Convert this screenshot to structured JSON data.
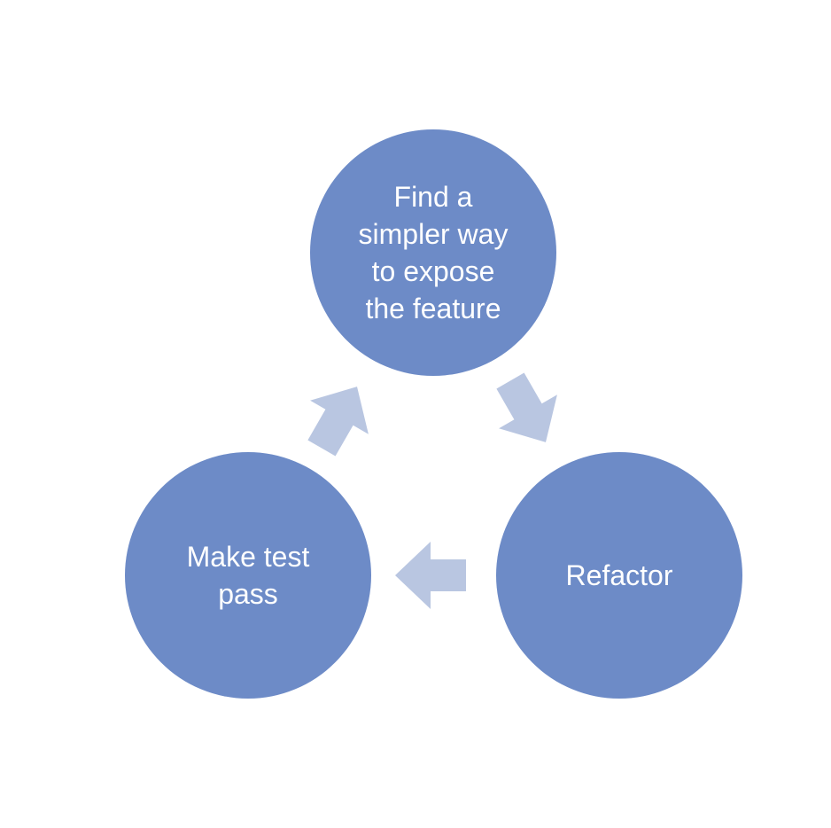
{
  "nodes": {
    "top": "Find a\nsimpler way\nto expose\nthe feature",
    "right": "Refactor",
    "left": "Make test\npass"
  },
  "colors": {
    "node_fill": "#6d8bc7",
    "arrow_fill": "#b9c6e1",
    "text": "#ffffff"
  }
}
